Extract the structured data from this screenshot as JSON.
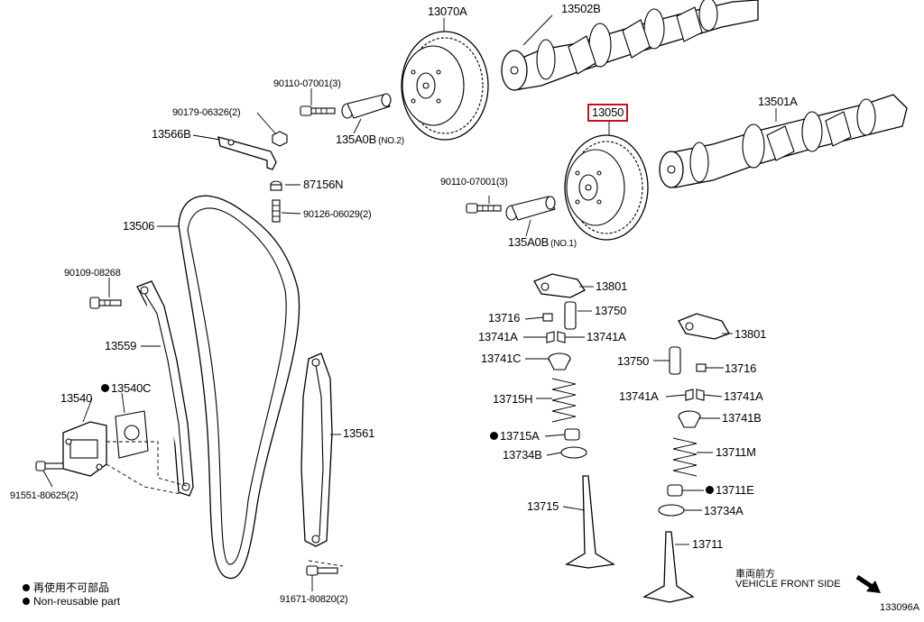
{
  "labels": {
    "p13070A": "13070A",
    "p13502B": "13502B",
    "p13501A": "13501A",
    "p13050": "13050",
    "p90110_1": "90110-07001(3)",
    "p90110_2": "90110-07001(3)",
    "p90179": "90179-06326(2)",
    "p13566B": "13566B",
    "p135A0B_1": "135A0B",
    "p135A0B_1_sub": "(NO.2)",
    "p135A0B_2": "135A0B",
    "p135A0B_2_sub": "(NO.1)",
    "p87156N": "87156N",
    "p90126": "90126-06029(2)",
    "p13506": "13506",
    "p90109": "90109-08268",
    "p13559": "13559",
    "p13540": "13540",
    "p13540C": "13540C",
    "p91551": "91551-80625(2)",
    "p13561": "13561",
    "p91671": "91671-80820(2)",
    "p13801a": "13801",
    "p13801b": "13801",
    "p13750a": "13750",
    "p13750b": "13750",
    "p13716a": "13716",
    "p13716b": "13716",
    "p13741Aa": "13741A",
    "p13741Ab": "13741A",
    "p13741Ac": "13741A",
    "p13741Ad": "13741A",
    "p13741C": "13741C",
    "p13741B": "13741B",
    "p13715H": "13715H",
    "p13711M": "13711M",
    "p13715A": "13715A",
    "p13711E": "13711E",
    "p13734B": "13734B",
    "p13734A": "13734A",
    "p13715": "13715",
    "p13711": "13711"
  },
  "legend": {
    "line1": "再使用不可部品",
    "line2": "Non-reusable part"
  },
  "direction": {
    "line1": "車両前方",
    "line2": "VEHICLE FRONT SIDE"
  },
  "diagram_id": "133096A",
  "highlight_color": "#c0141c"
}
